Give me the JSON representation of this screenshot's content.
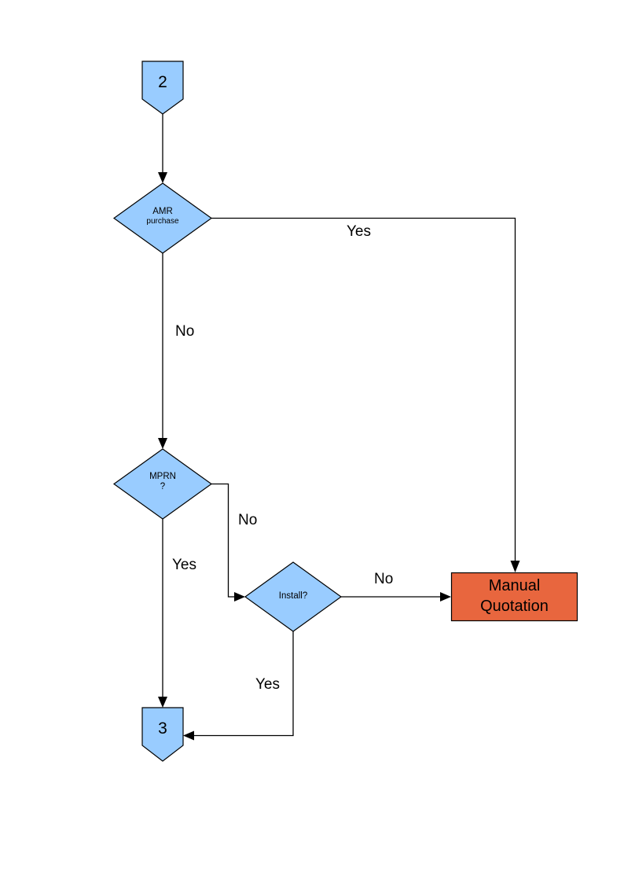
{
  "colors": {
    "background": "#FFFFFF",
    "node_fill": "#99CCFF",
    "node_border": "#000000",
    "alert_fill": "#E8663E",
    "line": "#000000",
    "text": "#000000"
  },
  "nodes": {
    "connector_2": {
      "type": "off-page-connector",
      "label": "2"
    },
    "amr": {
      "type": "decision",
      "line1": "AMR",
      "line2": "purchase"
    },
    "mprn": {
      "type": "decision",
      "line1": "MPRN",
      "line2": "?"
    },
    "install": {
      "type": "decision",
      "label": "Install?"
    },
    "manual_quotation": {
      "type": "process",
      "line1": "Manual",
      "line2": "Quotation"
    },
    "connector_3": {
      "type": "off-page-connector",
      "label": "3"
    }
  },
  "edge_labels": {
    "amr_yes": "Yes",
    "amr_no": "No",
    "mprn_no": "No",
    "mprn_yes": "Yes",
    "install_no": "No",
    "install_yes": "Yes"
  }
}
